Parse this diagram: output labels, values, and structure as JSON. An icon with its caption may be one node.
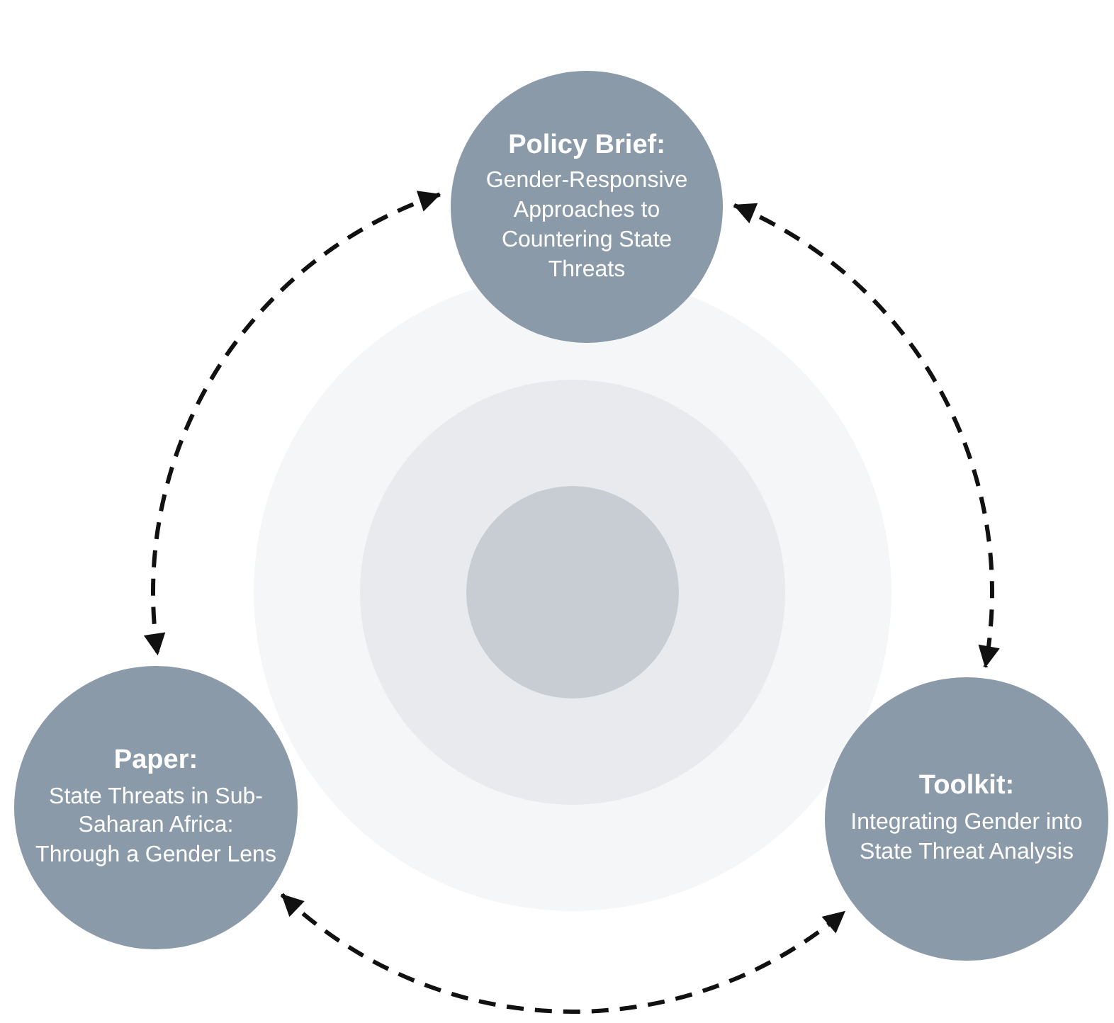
{
  "diagram": {
    "nodes": [
      {
        "text": [
          "Policy Brief:",
          "Gender-Responsive Approaches to Countering State Threats"
        ]
      },
      {
        "text": [
          "Paper:",
          "State Threats in Sub-Saharan Africa: Through a Gender Lens"
        ]
      },
      {
        "text": [
          "Toolkit:",
          "Integrating Gender into State Threat Analysis"
        ]
      }
    ],
    "edges": [
      {
        "from": 0,
        "to": 1,
        "arrow": "both",
        "style": "dashed"
      },
      {
        "from": 0,
        "to": 2,
        "arrow": "both",
        "style": "dashed"
      },
      {
        "from": 1,
        "to": 2,
        "arrow": "both",
        "style": "dashed"
      }
    ]
  }
}
